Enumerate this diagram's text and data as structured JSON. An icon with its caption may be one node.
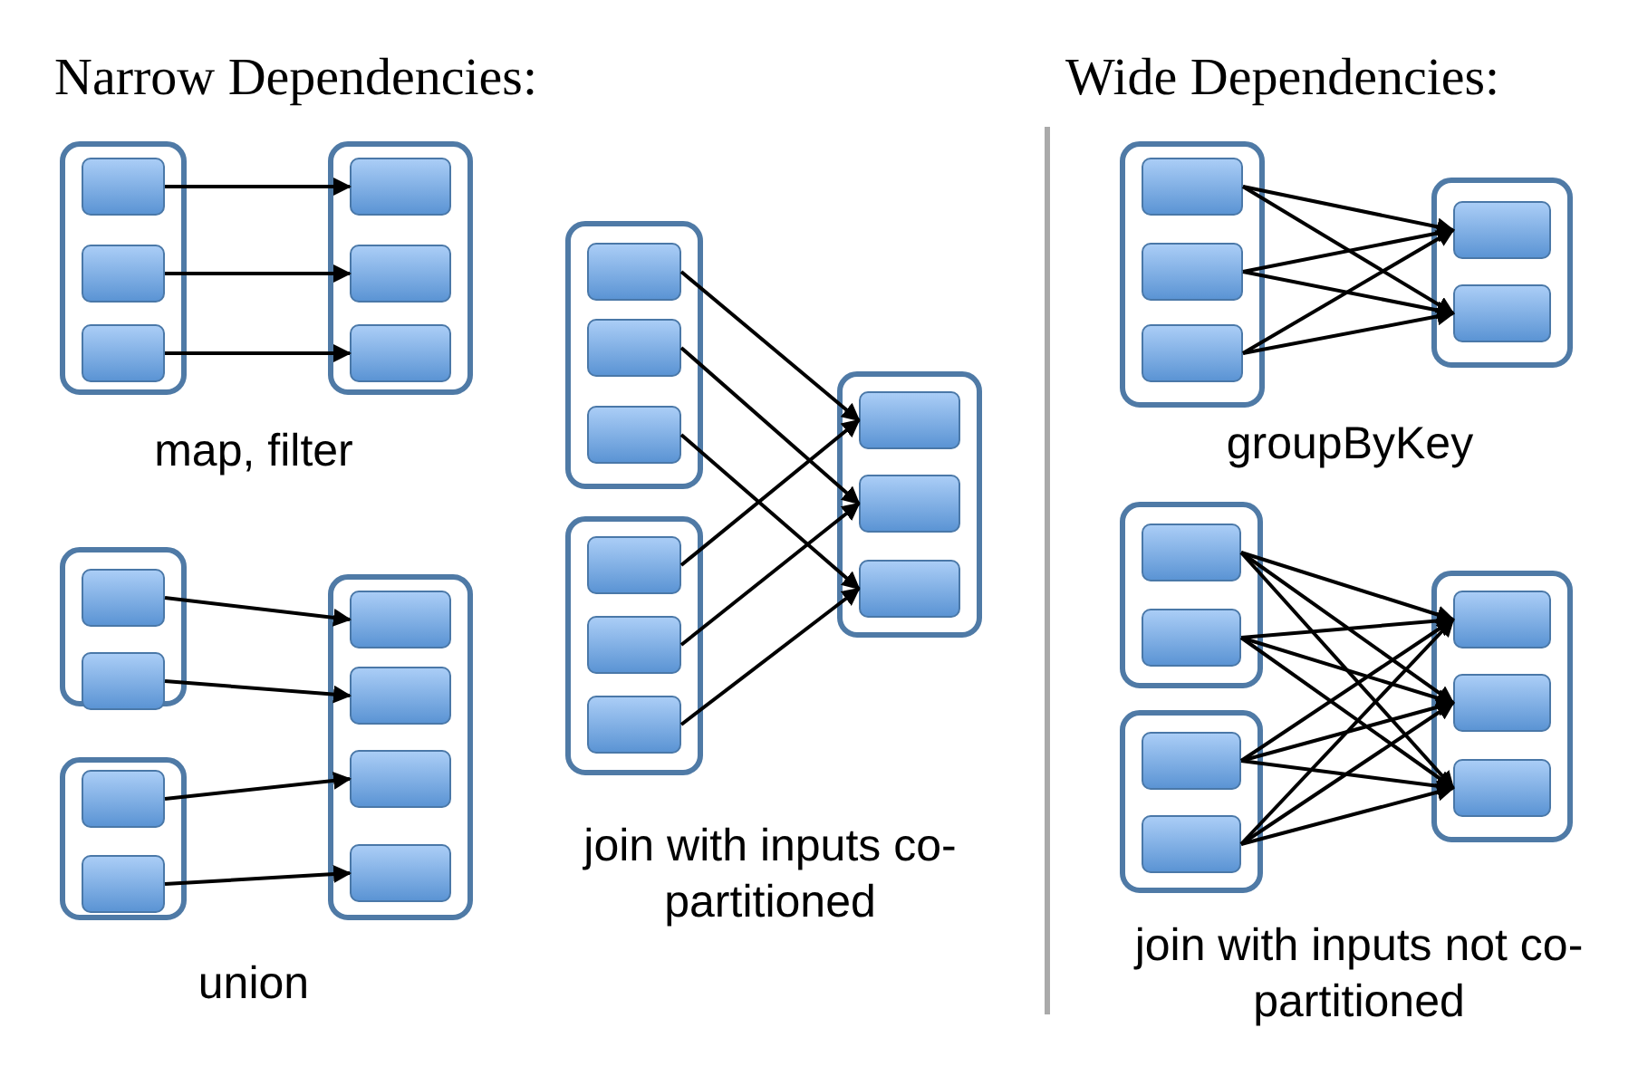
{
  "diagram": {
    "nodes": [
      {
        "text": [],
        "shape": "box"
      },
      {
        "text": [],
        "shape": "box",
        "in": 0
      },
      {
        "text": [],
        "shape": "box",
        "in": 0
      },
      {
        "text": [],
        "shape": "box",
        "in": 0
      },
      {
        "text": [],
        "shape": "box"
      },
      {
        "text": [],
        "shape": "box",
        "in": 4
      },
      {
        "text": [],
        "shape": "box",
        "in": 4
      },
      {
        "text": [],
        "shape": "box",
        "in": 4
      },
      {
        "text": [],
        "shape": "box"
      },
      {
        "text": [],
        "shape": "box",
        "in": 8
      },
      {
        "text": [],
        "shape": "box",
        "in": 8
      },
      {
        "text": [],
        "shape": "box"
      },
      {
        "text": [],
        "shape": "box",
        "in": 11
      },
      {
        "text": [],
        "shape": "box",
        "in": 11
      },
      {
        "text": [],
        "shape": "box"
      },
      {
        "text": [],
        "shape": "box",
        "in": 14
      },
      {
        "text": [],
        "shape": "box",
        "in": 14
      },
      {
        "text": [],
        "shape": "box",
        "in": 14
      },
      {
        "text": [],
        "shape": "box",
        "in": 14
      },
      {
        "text": [],
        "shape": "box"
      },
      {
        "text": [],
        "shape": "box",
        "in": 19
      },
      {
        "text": [],
        "shape": "box",
        "in": 19
      },
      {
        "text": [],
        "shape": "box",
        "in": 19
      },
      {
        "text": [],
        "shape": "box"
      },
      {
        "text": [],
        "shape": "box",
        "in": 23
      },
      {
        "text": [],
        "shape": "box",
        "in": 23
      },
      {
        "text": [],
        "shape": "box",
        "in": 23
      },
      {
        "text": [],
        "shape": "box"
      },
      {
        "text": [],
        "shape": "box",
        "in": 27
      },
      {
        "text": [],
        "shape": "box",
        "in": 27
      },
      {
        "text": [],
        "shape": "box",
        "in": 27
      },
      {
        "text": [],
        "shape": "box"
      },
      {
        "text": [],
        "shape": "box",
        "in": 31
      },
      {
        "text": [],
        "shape": "box",
        "in": 31
      },
      {
        "text": [],
        "shape": "box",
        "in": 31
      },
      {
        "text": [],
        "shape": "box"
      },
      {
        "text": [],
        "shape": "box",
        "in": 35
      },
      {
        "text": [],
        "shape": "box",
        "in": 35
      },
      {
        "text": [],
        "shape": "box"
      },
      {
        "text": [],
        "shape": "box",
        "in": 38
      },
      {
        "text": [],
        "shape": "box",
        "in": 38
      },
      {
        "text": [],
        "shape": "box"
      },
      {
        "text": [],
        "shape": "box",
        "in": 41
      },
      {
        "text": [],
        "shape": "box",
        "in": 41
      },
      {
        "text": [],
        "shape": "box"
      },
      {
        "text": [],
        "shape": "box",
        "in": 44
      },
      {
        "text": [],
        "shape": "box",
        "in": 44
      },
      {
        "text": [],
        "shape": "box",
        "in": 44
      }
    ],
    "edges": [
      {
        "from": 1,
        "to": 5,
        "arrow": "to"
      },
      {
        "from": 2,
        "to": 6,
        "arrow": "to"
      },
      {
        "from": 3,
        "to": 7,
        "arrow": "to"
      },
      {
        "from": 9,
        "to": 15,
        "arrow": "to"
      },
      {
        "from": 10,
        "to": 16,
        "arrow": "to"
      },
      {
        "from": 12,
        "to": 17,
        "arrow": "to"
      },
      {
        "from": 13,
        "to": 18,
        "arrow": "to"
      },
      {
        "from": 20,
        "to": 28,
        "arrow": "to"
      },
      {
        "from": 21,
        "to": 29,
        "arrow": "to"
      },
      {
        "from": 22,
        "to": 30,
        "arrow": "to"
      },
      {
        "from": 24,
        "to": 28,
        "arrow": "to"
      },
      {
        "from": 25,
        "to": 29,
        "arrow": "to"
      },
      {
        "from": 26,
        "to": 30,
        "arrow": "to"
      },
      {
        "from": 32,
        "to": 36,
        "arrow": "to"
      },
      {
        "from": 32,
        "to": 37,
        "arrow": "to"
      },
      {
        "from": 33,
        "to": 36,
        "arrow": "to"
      },
      {
        "from": 33,
        "to": 37,
        "arrow": "to"
      },
      {
        "from": 34,
        "to": 36,
        "arrow": "to"
      },
      {
        "from": 34,
        "to": 37,
        "arrow": "to"
      },
      {
        "from": 39,
        "to": 45,
        "arrow": "to"
      },
      {
        "from": 39,
        "to": 46,
        "arrow": "to"
      },
      {
        "from": 39,
        "to": 47,
        "arrow": "to"
      },
      {
        "from": 40,
        "to": 45,
        "arrow": "to"
      },
      {
        "from": 40,
        "to": 46,
        "arrow": "to"
      },
      {
        "from": 40,
        "to": 47,
        "arrow": "to"
      },
      {
        "from": 42,
        "to": 45,
        "arrow": "to"
      },
      {
        "from": 42,
        "to": 46,
        "arrow": "to"
      },
      {
        "from": 42,
        "to": 47,
        "arrow": "to"
      },
      {
        "from": 43,
        "to": 45,
        "arrow": "to"
      },
      {
        "from": 43,
        "to": 46,
        "arrow": "to"
      },
      {
        "from": 43,
        "to": 47,
        "arrow": "to"
      }
    ],
    "labels": [
      "Narrow Dependencies:",
      "Wide Dependencies:",
      "map, filter",
      "union",
      "join with inputs co-partitioned",
      "groupByKey",
      "join with inputs not co-partitioned"
    ]
  }
}
